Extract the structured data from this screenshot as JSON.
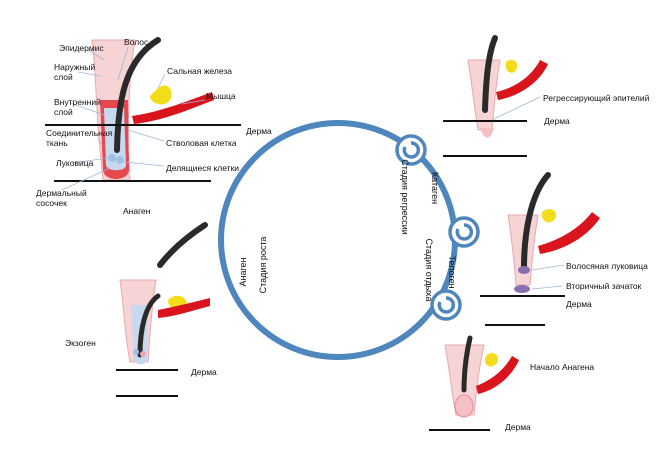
{
  "labels": {
    "hair": "Волос",
    "epidermis": "Эпидермис",
    "outer_sheath": "Наружный\nслой",
    "sebaceous_gland": "Сальная железа",
    "inner_sheath": "Внутренний\nслой",
    "muscle": "Мышца",
    "connective_tissue": "Соединительная\nткань",
    "stem_cell": "Стволовая клетка",
    "bulb": "Луковица",
    "dividing_cells": "Делящиеся клетки",
    "dermal_papilla": "Дермальный\nсосочек",
    "dermis": "Дерма",
    "anagen": "Анаген",
    "exogen": "Экзоген",
    "regressing_epithelium": "Регрессирующий эпителий",
    "hair_bulb": "Волосяная луковица",
    "secondary_germ": "Вторичный зачаток",
    "early_anagen": "Начало Анагена"
  },
  "cycle": {
    "catagen": "Катаген",
    "regression_stage": "Стадия регрессии",
    "telogen": "Телоген",
    "rest_stage": "Стадия отдыха",
    "anagen": "Анаген",
    "growth_stage": "Стадия роста"
  },
  "colors": {
    "ring": "#4f86bd",
    "skin": "#f6d3d5",
    "muscle": "#d9141d",
    "gland": "#f3dc1a",
    "hair": "#2a2a2a",
    "cells": "#9fc1e6"
  }
}
